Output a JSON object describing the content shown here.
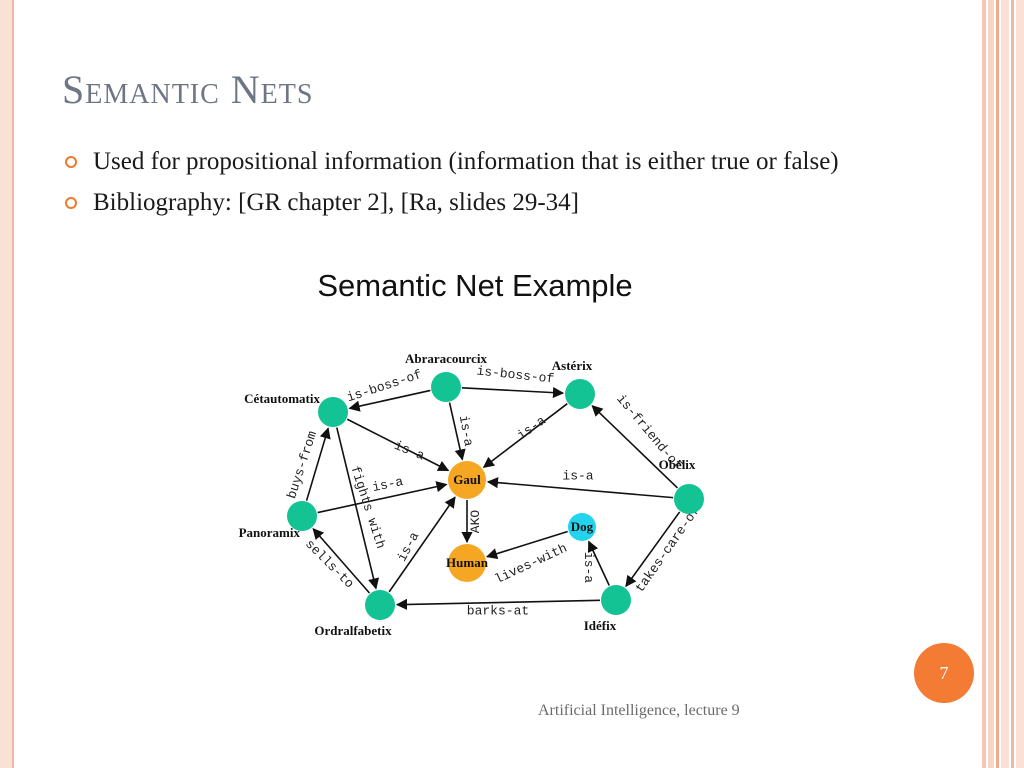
{
  "slide": {
    "title": "Semantic Nets",
    "bullets": [
      "Used for propositional information (information that is either true or false)",
      "Bibliography: [GR chapter 2], [Ra, slides 29-34]"
    ],
    "page_number": "7",
    "footer": "Artificial Intelligence, lecture 9"
  },
  "diagram": {
    "title": "Semantic Net Example",
    "colors": {
      "primary_node": "#14c393",
      "class_node": "#f5a623",
      "special_node": "#22d4ee",
      "edge": "#111111",
      "accent": "#f47b33"
    },
    "nodes": [
      {
        "id": "abraracourcix",
        "label": "Abraracourcix",
        "kind": "primary"
      },
      {
        "id": "asterix",
        "label": "Astérix",
        "kind": "primary"
      },
      {
        "id": "cetautomatix",
        "label": "Cétautomatix",
        "kind": "primary"
      },
      {
        "id": "obelix",
        "label": "Obélix",
        "kind": "primary"
      },
      {
        "id": "panoramix",
        "label": "Panoramix",
        "kind": "primary"
      },
      {
        "id": "ordralfabetix",
        "label": "Ordralfabetix",
        "kind": "primary"
      },
      {
        "id": "idefix",
        "label": "Idéfix",
        "kind": "primary"
      },
      {
        "id": "gaul",
        "label": "Gaul",
        "kind": "class"
      },
      {
        "id": "human",
        "label": "Human",
        "kind": "class"
      },
      {
        "id": "dog",
        "label": "Dog",
        "kind": "special"
      }
    ],
    "edges": [
      {
        "from": "abraracourcix",
        "to": "cetautomatix",
        "label": "is-boss-of"
      },
      {
        "from": "abraracourcix",
        "to": "asterix",
        "label": "is-boss-of"
      },
      {
        "from": "abraracourcix",
        "to": "gaul",
        "label": "is-a"
      },
      {
        "from": "asterix",
        "to": "gaul",
        "label": "is-a"
      },
      {
        "from": "cetautomatix",
        "to": "gaul",
        "label": "is-a"
      },
      {
        "from": "obelix",
        "to": "asterix",
        "label": "is-friend-of"
      },
      {
        "from": "obelix",
        "to": "gaul",
        "label": "is-a"
      },
      {
        "from": "obelix",
        "to": "idefix",
        "label": "takes-care-of"
      },
      {
        "from": "panoramix",
        "to": "gaul",
        "label": "is-a"
      },
      {
        "from": "panoramix",
        "to": "cetautomatix",
        "label": "buys-from"
      },
      {
        "from": "cetautomatix",
        "to": "ordralfabetix",
        "label": "fights with"
      },
      {
        "from": "ordralfabetix",
        "to": "gaul",
        "label": "is-a"
      },
      {
        "from": "ordralfabetix",
        "to": "panoramix",
        "label": "sells-to"
      },
      {
        "from": "idefix",
        "to": "ordralfabetix",
        "label": "barks-at"
      },
      {
        "from": "idefix",
        "to": "dog",
        "label": "is-a"
      },
      {
        "from": "dog",
        "to": "human",
        "label": "lives-with"
      },
      {
        "from": "gaul",
        "to": "human",
        "label": "AKO"
      }
    ]
  }
}
